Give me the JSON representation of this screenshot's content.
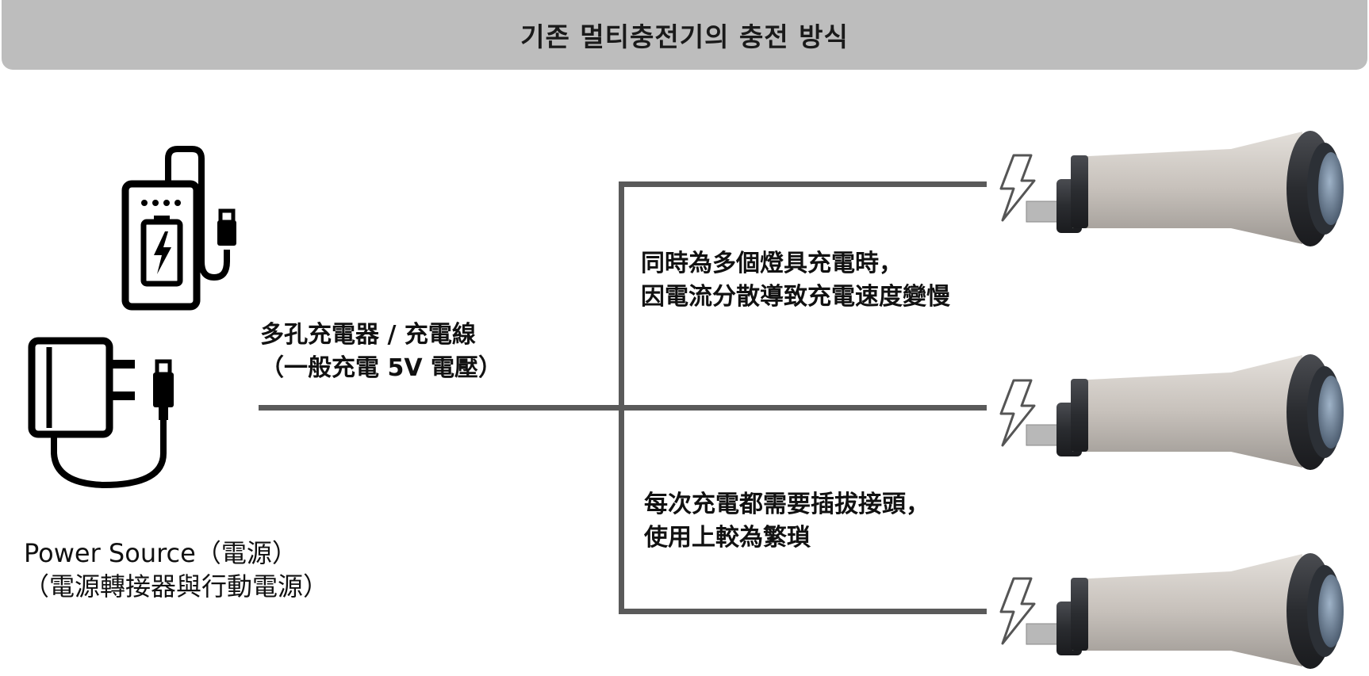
{
  "header": {
    "title": "기존 멀티충전기의 충전 방식"
  },
  "source": {
    "line1": "Power Source（電源）",
    "line2": "（電源轉接器與行動電源）"
  },
  "cable": {
    "line1": "多孔充電器 / 充電線",
    "line2": "（一般充電 5V 電壓）"
  },
  "notes": [
    {
      "line1": "同時為多個燈具充電時，",
      "line2": "因電流分散導致充電速度變慢"
    },
    {
      "line1": "每次充電都需要插拔接頭，",
      "line2": "使用上較為繁瑣"
    }
  ],
  "colors": {
    "banner": "#bdbdbd",
    "wire": "#5a5a5a",
    "device_body": "#c9c4bf",
    "device_cap": "#2f3136",
    "lens": "#7c8ea3"
  }
}
